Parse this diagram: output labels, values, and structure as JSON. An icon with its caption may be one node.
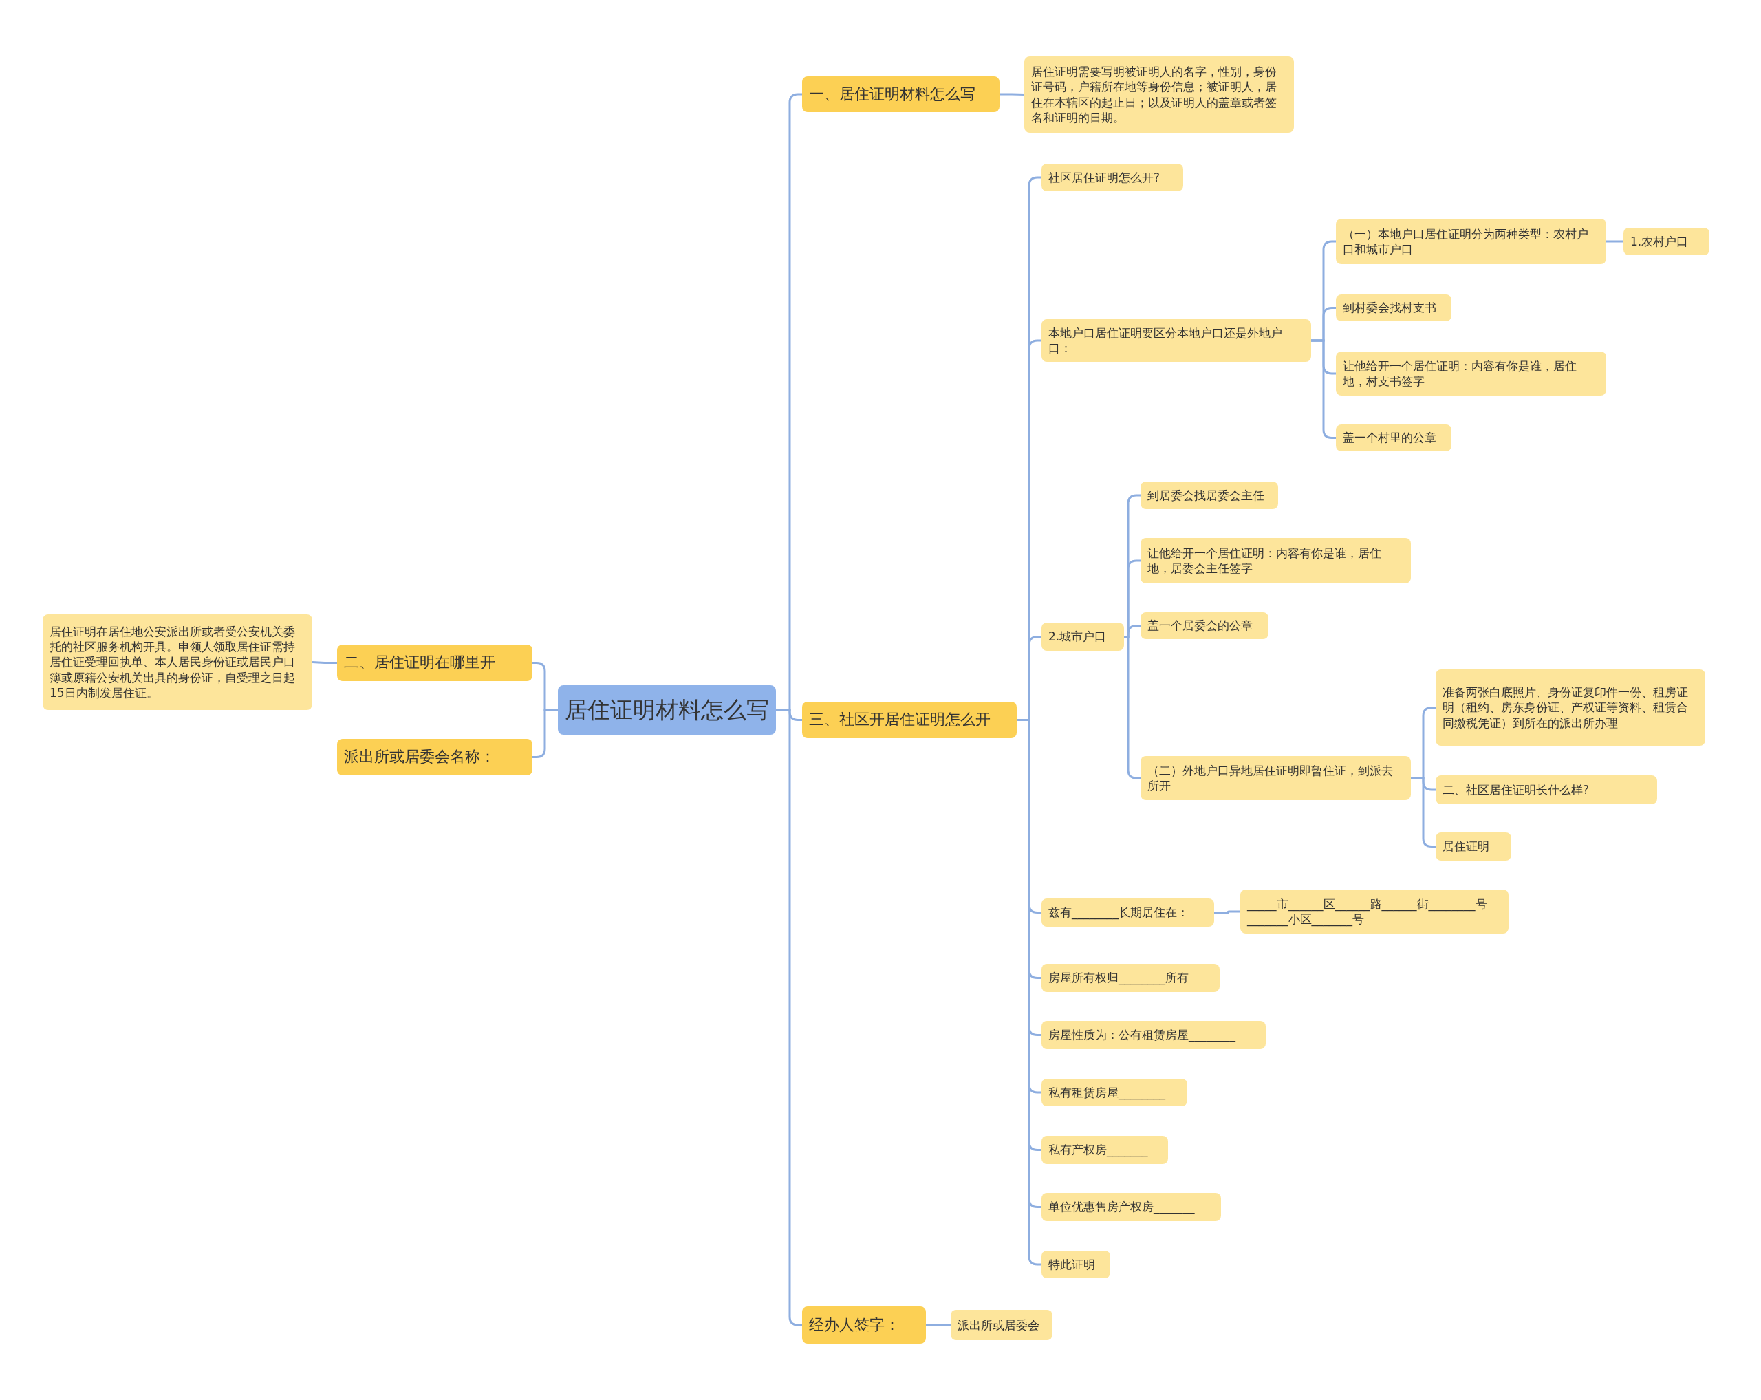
{
  "diagram": {
    "nodes": [
      {
        "text": [
          "居住证明材料怎么写"
        ]
      },
      {
        "text": [
          "一、居住证明材料怎么写"
        ]
      },
      {
        "text": [
          "居住证明需要写明被证明人的名字，性别，身份证号码，户籍所在地等身份信息；被证明人，居住在本辖区的起止日；以及证明人的盖章或者签名和证明的日期。"
        ]
      },
      {
        "text": [
          "三、社区开居住证明怎么开"
        ]
      },
      {
        "text": [
          "社区居住证明怎么开?"
        ]
      },
      {
        "text": [
          "本地户口居住证明要区分本地户口还是外地户口："
        ]
      },
      {
        "text": [
          "（一）本地户口居住证明分为两种类型：农村户口和城市户口"
        ]
      },
      {
        "text": [
          "1.农村户口"
        ]
      },
      {
        "text": [
          "到村委会找村支书"
        ]
      },
      {
        "text": [
          "让他给开一个居住证明：内容有你是谁，居住地，村支书签字"
        ]
      },
      {
        "text": [
          "盖一个村里的公章"
        ]
      },
      {
        "text": [
          "2.城市户口"
        ]
      },
      {
        "text": [
          "到居委会找居委会主任"
        ]
      },
      {
        "text": [
          "让他给开一个居住证明：内容有你是谁，居住地，居委会主任签字"
        ]
      },
      {
        "text": [
          "盖一个居委会的公章"
        ]
      },
      {
        "text": [
          "（二）外地户口异地居住证明即暂住证，到派去所开"
        ]
      },
      {
        "text": [
          "准备两张白底照片、身份证复印件一份、租房证明（租约、房东身份证、产权证等资料、租赁合同缴税凭证）到所在的派出所办理"
        ]
      },
      {
        "text": [
          "二、社区居住证明长什么样?"
        ]
      },
      {
        "text": [
          "居住证明"
        ]
      },
      {
        "text": [
          "兹有________长期居住在："
        ]
      },
      {
        "text": [
          "_____市______区______路______街________号_______小区_______号"
        ]
      },
      {
        "text": [
          "房屋所有权归________所有"
        ]
      },
      {
        "text": [
          "房屋性质为：公有租赁房屋________"
        ]
      },
      {
        "text": [
          "私有租赁房屋________"
        ]
      },
      {
        "text": [
          "私有产权房_______"
        ]
      },
      {
        "text": [
          "单位优惠售房产权房_______"
        ]
      },
      {
        "text": [
          "特此证明"
        ]
      },
      {
        "text": [
          "经办人签字："
        ]
      },
      {
        "text": [
          "派出所或居委会"
        ]
      },
      {
        "text": [
          "二、居住证明在哪里开"
        ]
      },
      {
        "text": [
          "居住证明在居住地公安派出所或者受公安机关委托的社区服务机构开具。申领人领取居住证需持居住证受理回执单、本人居民身份证或居民户口簿或原籍公安机关出具的身份证，自受理之日起15日内制发居住证。"
        ]
      },
      {
        "text": [
          "派出所或居委会名称："
        ]
      }
    ],
    "edges": [
      {
        "from": 0,
        "to": 1,
        "arrow": "none"
      },
      {
        "from": 1,
        "to": 2,
        "arrow": "none"
      },
      {
        "from": 0,
        "to": 3,
        "arrow": "none"
      },
      {
        "from": 3,
        "to": 4,
        "arrow": "none"
      },
      {
        "from": 3,
        "to": 5,
        "arrow": "none"
      },
      {
        "from": 5,
        "to": 6,
        "arrow": "none"
      },
      {
        "from": 6,
        "to": 7,
        "arrow": "none"
      },
      {
        "from": 5,
        "to": 8,
        "arrow": "none"
      },
      {
        "from": 5,
        "to": 9,
        "arrow": "none"
      },
      {
        "from": 5,
        "to": 10,
        "arrow": "none"
      },
      {
        "from": 3,
        "to": 11,
        "arrow": "none"
      },
      {
        "from": 11,
        "to": 12,
        "arrow": "none"
      },
      {
        "from": 11,
        "to": 13,
        "arrow": "none"
      },
      {
        "from": 11,
        "to": 14,
        "arrow": "none"
      },
      {
        "from": 11,
        "to": 15,
        "arrow": "none"
      },
      {
        "from": 15,
        "to": 16,
        "arrow": "none"
      },
      {
        "from": 15,
        "to": 17,
        "arrow": "none"
      },
      {
        "from": 15,
        "to": 18,
        "arrow": "none"
      },
      {
        "from": 3,
        "to": 19,
        "arrow": "none"
      },
      {
        "from": 19,
        "to": 20,
        "arrow": "none"
      },
      {
        "from": 3,
        "to": 21,
        "arrow": "none"
      },
      {
        "from": 3,
        "to": 22,
        "arrow": "none"
      },
      {
        "from": 3,
        "to": 23,
        "arrow": "none"
      },
      {
        "from": 3,
        "to": 24,
        "arrow": "none"
      },
      {
        "from": 3,
        "to": 25,
        "arrow": "none"
      },
      {
        "from": 3,
        "to": 26,
        "arrow": "none"
      },
      {
        "from": 0,
        "to": 27,
        "arrow": "none"
      },
      {
        "from": 27,
        "to": 28,
        "arrow": "none"
      },
      {
        "from": 0,
        "to": 29,
        "arrow": "none"
      },
      {
        "from": 29,
        "to": 30,
        "arrow": "none"
      },
      {
        "from": 0,
        "to": 31,
        "arrow": "none"
      }
    ]
  }
}
